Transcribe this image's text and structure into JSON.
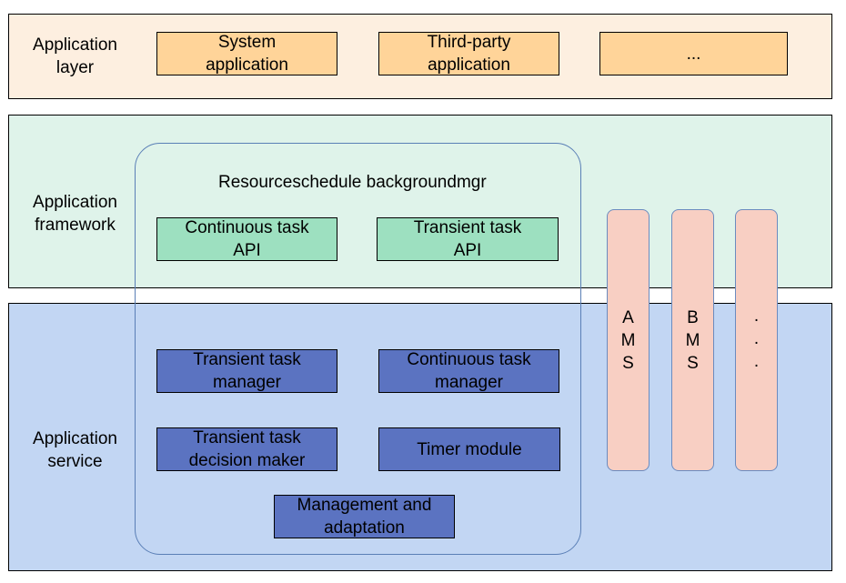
{
  "colors": {
    "application_layer_bg": "#fdefe0",
    "framework_bg": "#dff3ea",
    "service_bg": "#c2d6f3",
    "orange_box": "#ffd499",
    "green_box": "#9de0c0",
    "blue_box": "#5b73c1",
    "pillar": "#f8cfc3",
    "group_border": "#5a7fb6"
  },
  "layers": {
    "application": "Application\nlayer",
    "framework": "Application\nframework",
    "service": "Application\nservice"
  },
  "application_boxes": {
    "system": "System\napplication",
    "third_party": "Third-party\napplication",
    "more": "..."
  },
  "group": {
    "title": "Resourceschedule backgroundmgr"
  },
  "framework_boxes": {
    "continuous_api": "Continuous task\nAPI",
    "transient_api": "Transient task\nAPI"
  },
  "service_boxes": {
    "transient_manager": "Transient task\nmanager",
    "continuous_manager": "Continuous task\nmanager",
    "decision_maker": "Transient task\ndecision maker",
    "timer": "Timer module",
    "management": "Management and\nadaptation"
  },
  "pillars": {
    "ams": "A\nM\nS",
    "bms": "B\nM\nS",
    "more": ".\n.\n."
  }
}
